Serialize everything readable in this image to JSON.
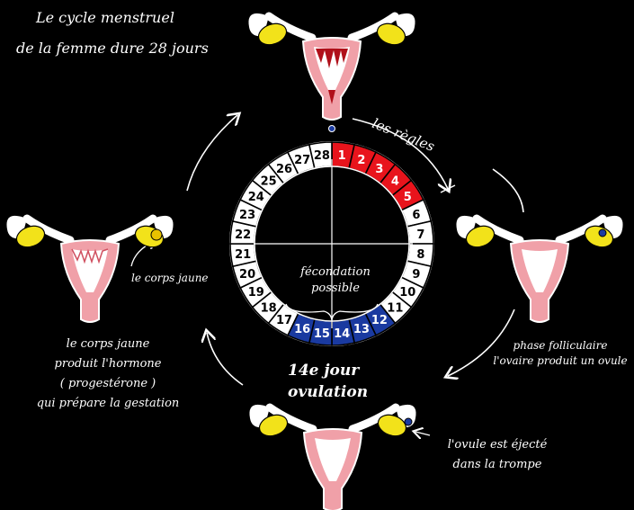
{
  "title": {
    "line1": "Le cycle menstruel",
    "line2": "de la femme dure 28 jours"
  },
  "labels": {
    "regles": "les règles",
    "fecondation_line1": "fécondation",
    "fecondation_line2": "possible",
    "jour": "14e jour",
    "ovulation": "ovulation",
    "corps_jaune": "le corps jaune",
    "phase_line1": "phase folliculaire",
    "phase_line2": "l'ovaire produit un ovule",
    "hormone_line1": "le corps jaune",
    "hormone_line2": "produit l'hormone",
    "hormone_line3": "( progestérone )",
    "hormone_line4": "qui prépare la gestation",
    "ejecte_line1": "l'ovule est éjecté",
    "ejecte_line2": "dans la trompe"
  },
  "cycle": {
    "days": [
      "1",
      "2",
      "3",
      "4",
      "5",
      "6",
      "7",
      "8",
      "9",
      "10",
      "11",
      "12",
      "13",
      "14",
      "15",
      "16",
      "17",
      "18",
      "19",
      "20",
      "21",
      "22",
      "23",
      "24",
      "25",
      "26",
      "27",
      "28"
    ],
    "red_days": [
      1,
      2,
      3,
      4,
      5
    ],
    "blue_days": [
      12,
      13,
      14,
      15,
      16
    ]
  },
  "colors": {
    "red": "#e8141c",
    "blue": "#1a3aa0",
    "pink": "#f0a0a8",
    "yellow": "#f2e21a"
  }
}
